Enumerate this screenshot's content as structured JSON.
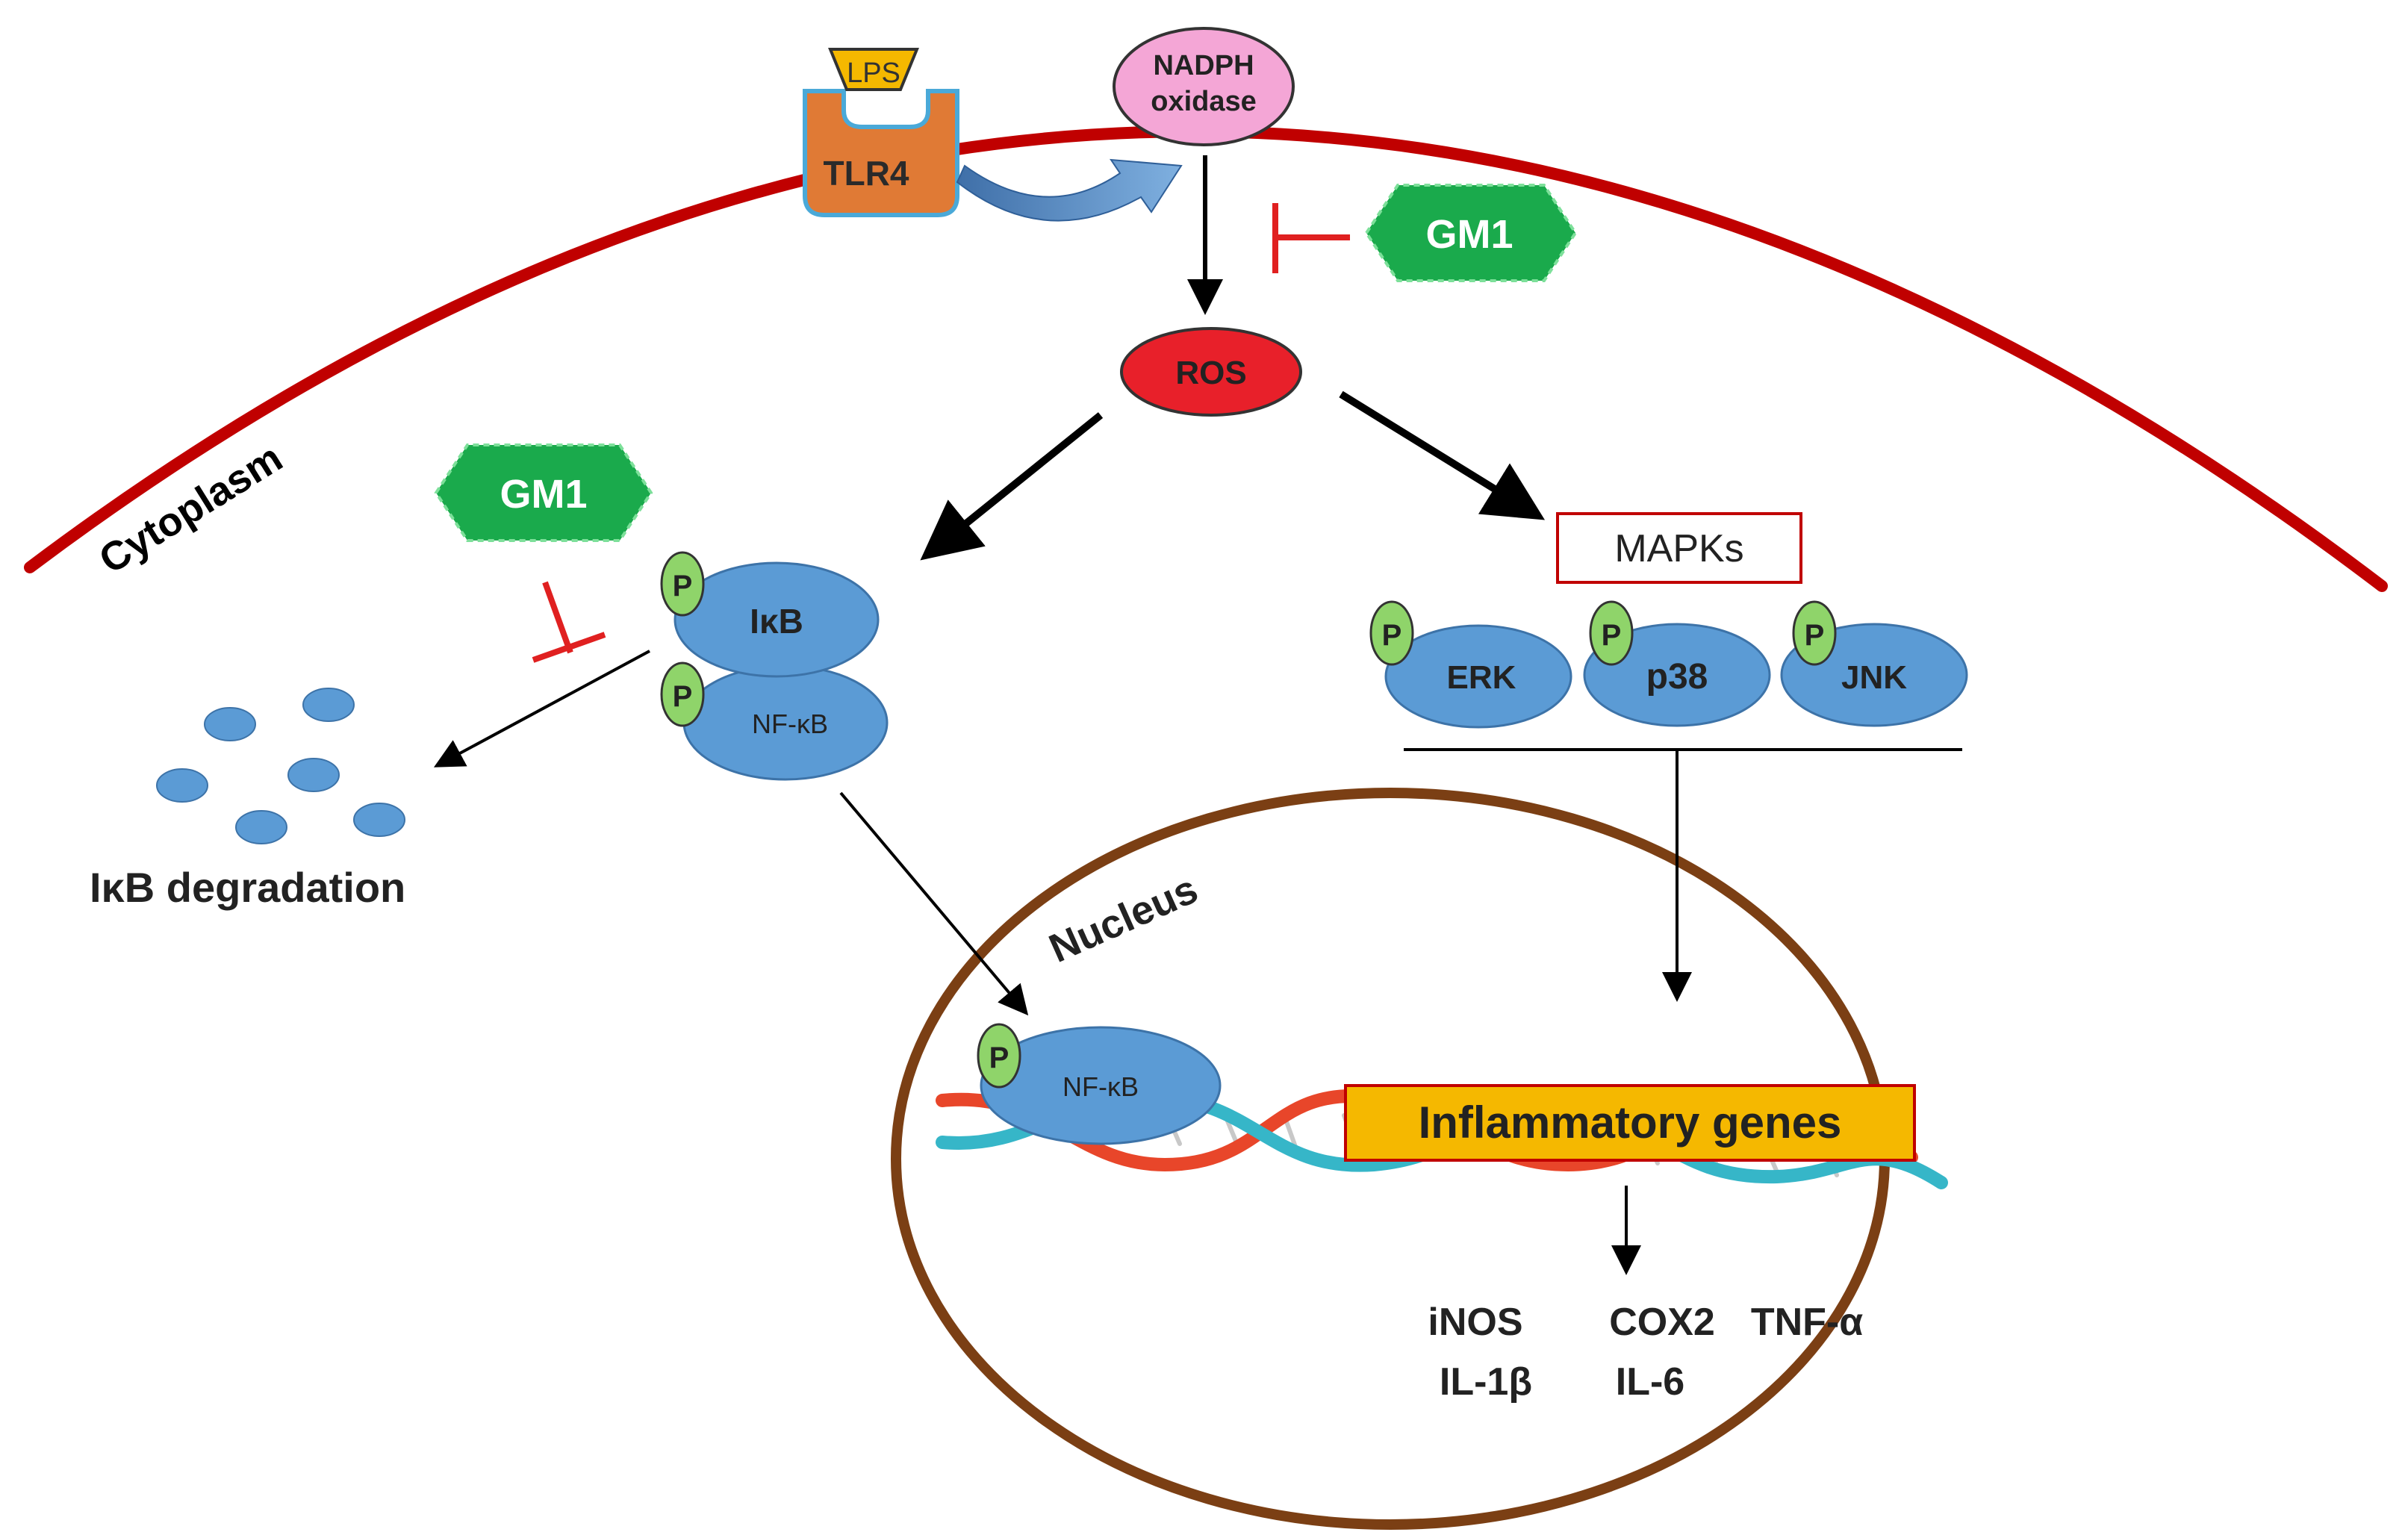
{
  "labels": {
    "lps": "LPS",
    "tlr4": "TLR4",
    "nadph": [
      "NADPH",
      "oxidase"
    ],
    "gm1_top": "GM1",
    "gm1_left": "GM1",
    "ros": "ROS",
    "cytoplasm": "Cytoplasm",
    "ikb": "IκB",
    "nfkb_cyto": "NF-κB",
    "p": "P",
    "ikb_degradation": "IκB degradation",
    "mapks": "MAPKs",
    "erk": "ERK",
    "p38": "p38",
    "jnk": "JNK",
    "nucleus": "Nucleus",
    "nfkb_nucleus": "NF-κB",
    "inflammatory_genes": "Inflammatory genes",
    "products_row1": [
      "iNOS",
      "COX2",
      "TNF-α"
    ],
    "products_row2": [
      "IL-1β",
      "IL-6"
    ]
  },
  "colors": {
    "membrane": "#c00000",
    "nucleus_border": "#7b3f14",
    "protein_blue": "#5b9bd5",
    "phospho_green": "#8fd46a",
    "gm1_green": "#1aaa4c",
    "ros_red": "#e8202a",
    "nadph_pink": "#f4a6d6",
    "tlr4_orange": "#e07a35",
    "lps_yellow": "#f5b800",
    "genes_fill": "#f5b800",
    "inhibit_red": "#e02020",
    "dna_red": "#e8462a",
    "dna_teal": "#36b6c8",
    "mapks_border": "#c00000"
  }
}
